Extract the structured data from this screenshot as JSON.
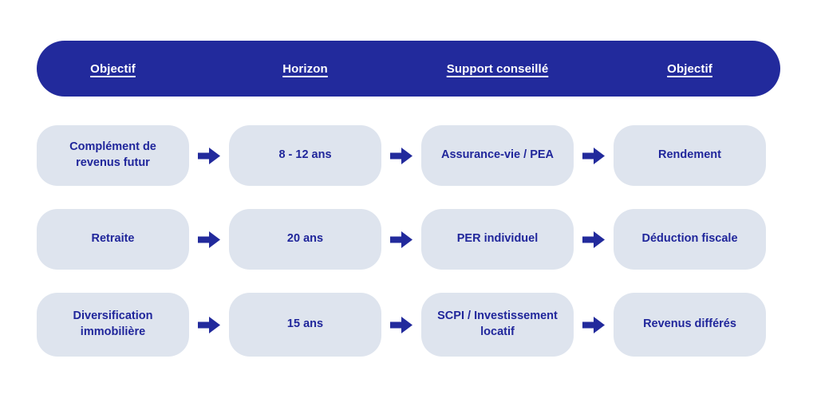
{
  "theme": {
    "header_bg": "#222A9C",
    "header_text": "#FFFFFF",
    "card_bg": "#DEE4EE",
    "card_text": "#20269B",
    "arrow_color": "#222A9C",
    "page_bg": "#FFFFFF"
  },
  "header": {
    "columns": [
      {
        "label": "Objectif"
      },
      {
        "label": "Horizon"
      },
      {
        "label": "Support conseillé"
      },
      {
        "label": "Objectif"
      }
    ]
  },
  "icons": {
    "arrow": "arrow-right-icon"
  },
  "rows": [
    {
      "objectif": "Complément de\nrevenus futur",
      "horizon": "8 - 12 ans",
      "support": "Assurance-vie / PEA",
      "resultat": "Rendement"
    },
    {
      "objectif": "Retraite",
      "horizon": "20 ans",
      "support": "PER individuel",
      "resultat": "Déduction fiscale"
    },
    {
      "objectif": "Diversification\nimmobilière",
      "horizon": "15 ans",
      "support": "SCPI / Investissement\nlocatif",
      "resultat": "Revenus différés"
    }
  ]
}
